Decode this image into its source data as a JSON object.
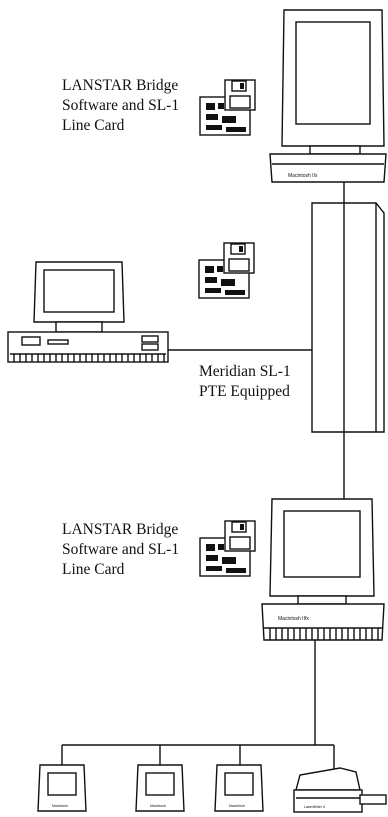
{
  "labels": {
    "top_card": [
      "LANSTAR Bridge",
      "Software and SL-1",
      "Line Card"
    ],
    "switch": [
      "Meridian SL-1",
      "PTE Equipped"
    ],
    "bottom_card": [
      "LANSTAR Bridge",
      "Software and SL-1",
      "Line Card"
    ]
  },
  "device_badges": {
    "top_mac": "Macintosh IIx",
    "bottom_mac": "Macintosh IIfx",
    "compact_mac": "Macintosh",
    "printer": "LaserWriter II"
  },
  "icons": {
    "line_card": "line-card-with-floppy-icon",
    "mac": "macintosh-computer-icon",
    "pc": "pc-computer-icon",
    "switch": "pbx-cabinet-icon",
    "printer": "laser-printer-icon"
  }
}
